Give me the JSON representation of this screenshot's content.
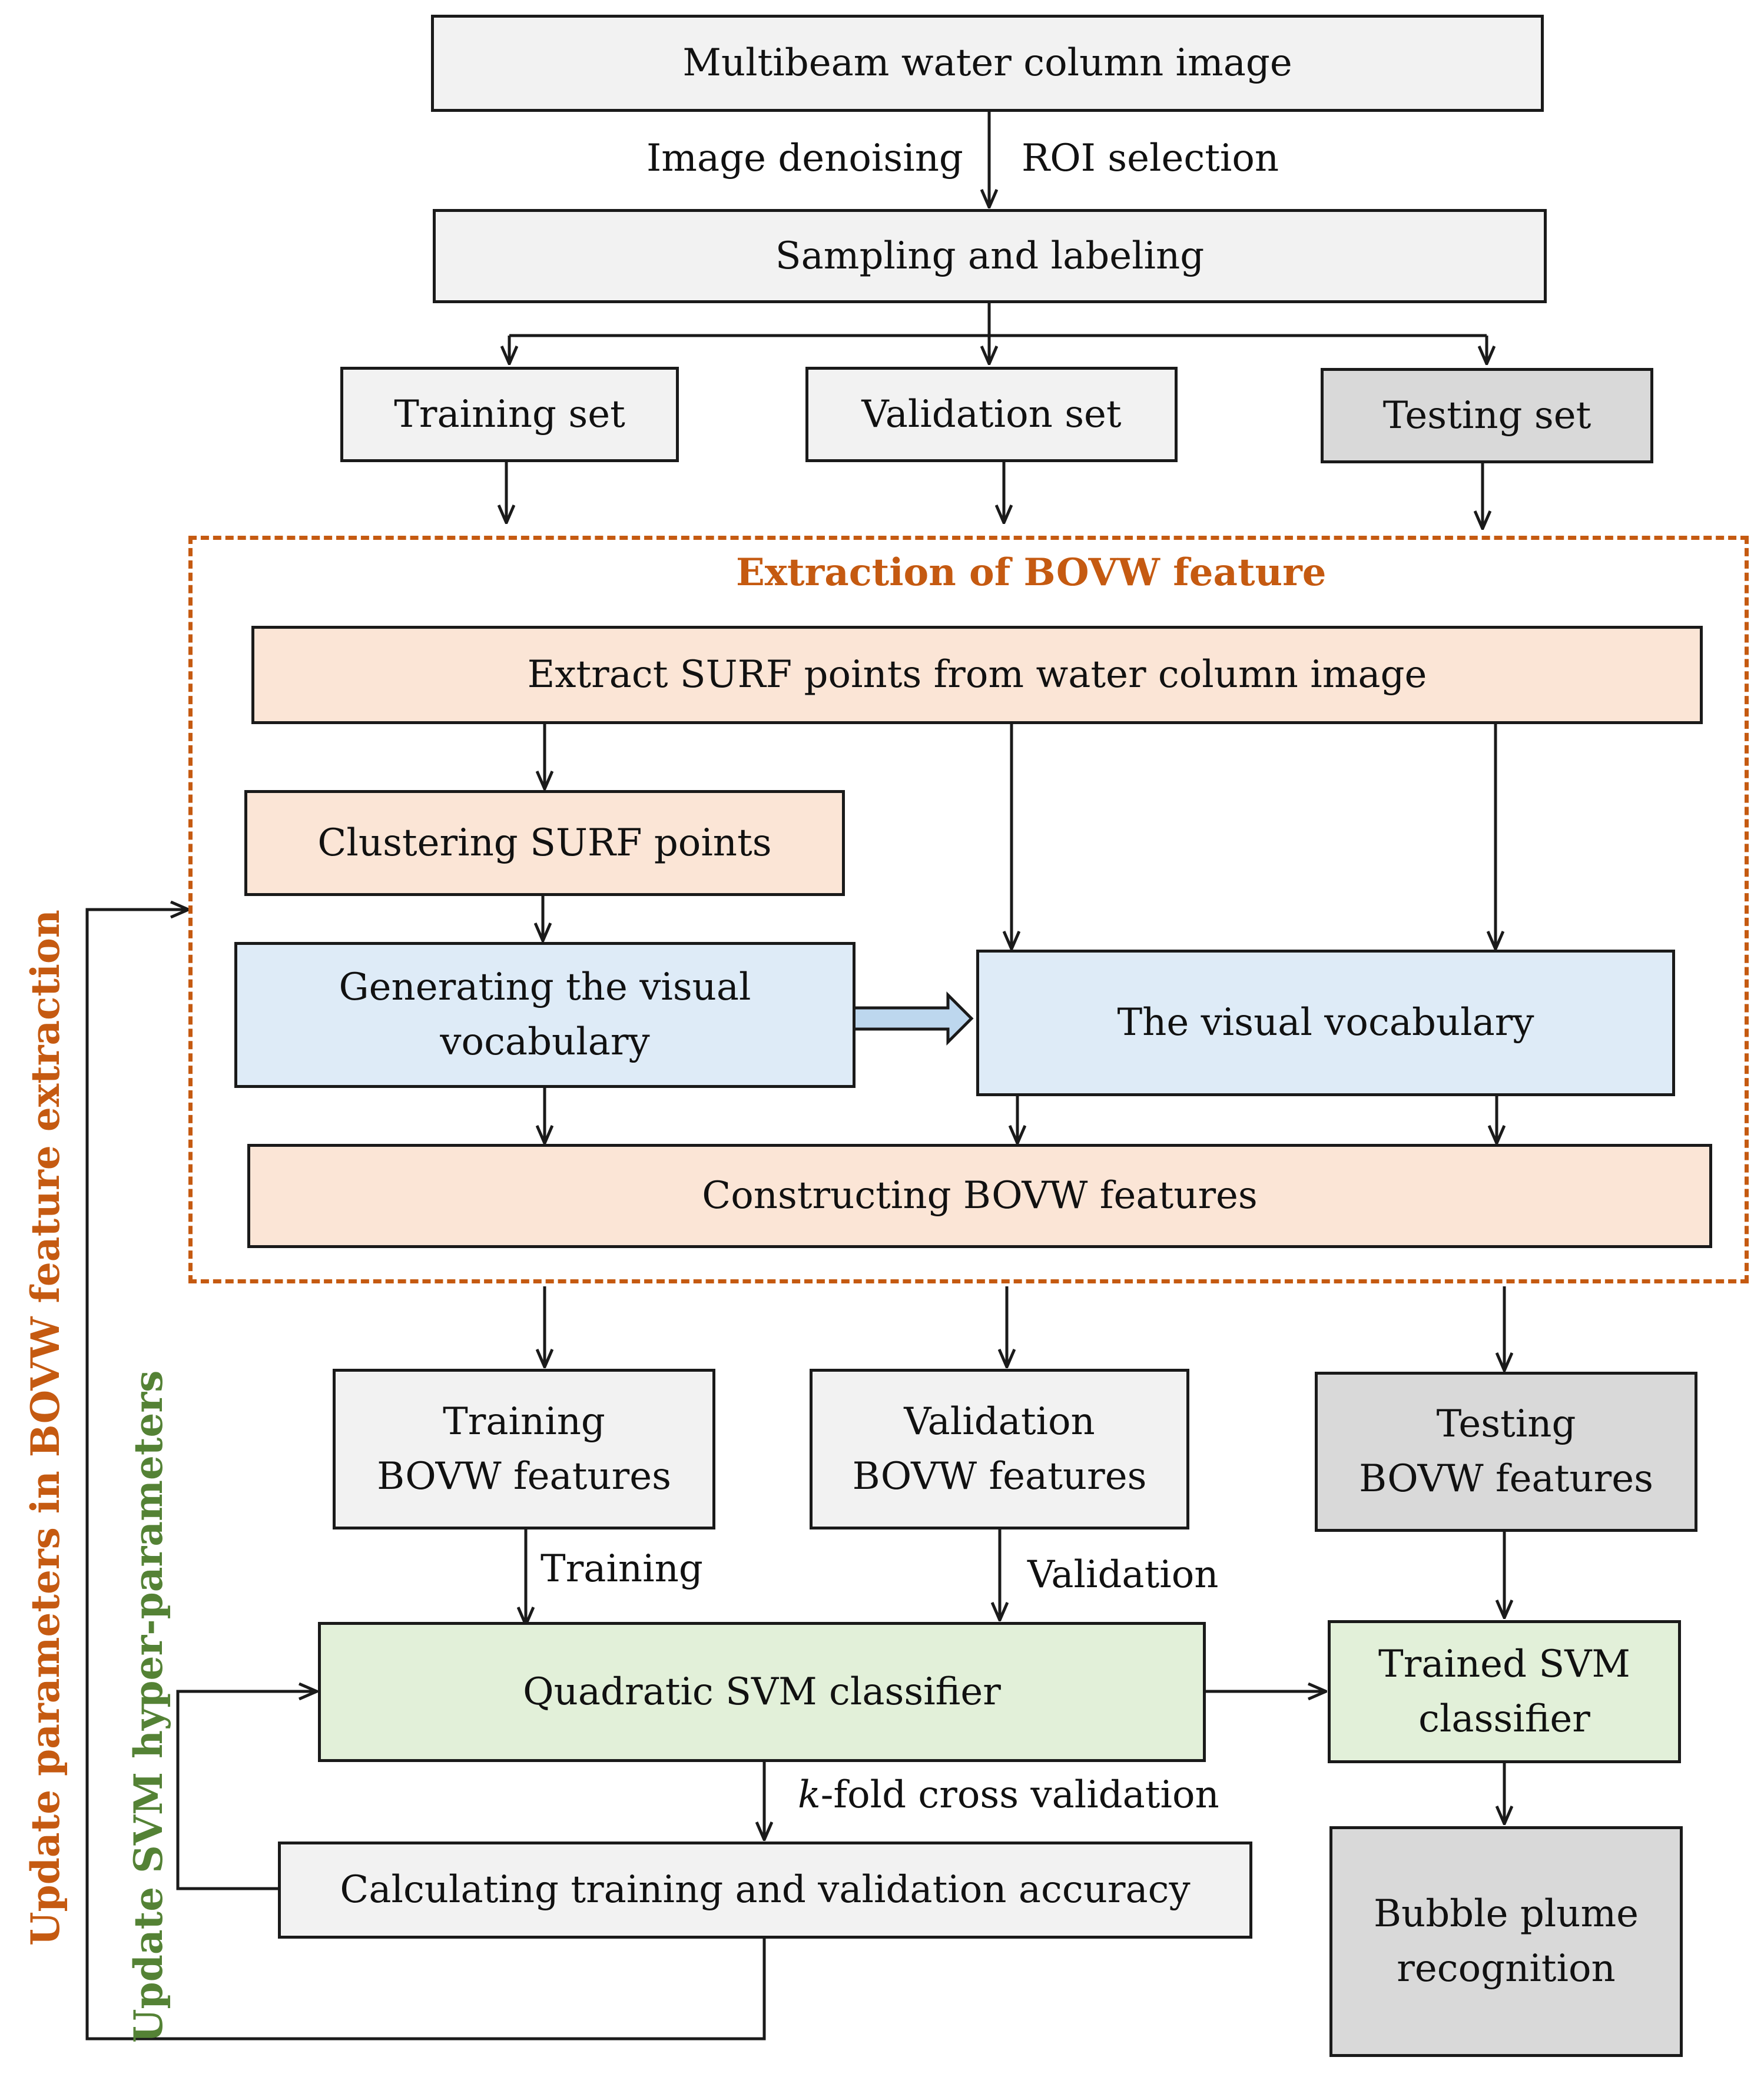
{
  "nodes": {
    "input_image": "Multibeam water column image",
    "sampling": "Sampling and labeling",
    "training_set": "Training set",
    "validation_set": "Validation set",
    "testing_set": "Testing set",
    "extract_surf": "Extract SURF points from water column image",
    "clustering": "Clustering SURF points",
    "generating_vocab_line1": "Generating the visual",
    "generating_vocab_line2": "vocabulary",
    "visual_vocab": "The visual vocabulary",
    "constructing": "Constructing BOVW features",
    "training_feat_line1": "Training",
    "training_feat_line2": "BOVW features",
    "validation_feat_line1": "Validation",
    "validation_feat_line2": "BOVW features",
    "testing_feat_line1": "Testing",
    "testing_feat_line2": "BOVW features",
    "svm": "Quadratic SVM classifier",
    "trained_svm_line1": "Trained SVM",
    "trained_svm_line2": "classifier",
    "accuracy": "Calculating training and validation accuracy",
    "recognition_line1": "Bubble plume",
    "recognition_line2": "recognition"
  },
  "edge_labels": {
    "denoising": "Image denoising",
    "roi": "ROI selection",
    "training": "Training",
    "validation": "Validation",
    "kfold_k": "k",
    "kfold_rest": "-fold cross validation"
  },
  "region": {
    "title": "Extraction of BOVW feature"
  },
  "side_labels": {
    "bovw_update": "Update parameters in BOVW feature extraction",
    "svm_update": "Update SVM hyper-parameters"
  },
  "colors": {
    "region_border": "#c55a11",
    "bovw_label": "#c55a11",
    "svm_label": "#548235",
    "peach_fill": "#fbe5d6",
    "blue_fill": "#deebf7",
    "green_fill": "#e2f0d9",
    "light_gray_fill": "#f2f2f2",
    "dark_gray_fill": "#d9d9d9",
    "open_arrow_fill": "#bdd7ee"
  }
}
